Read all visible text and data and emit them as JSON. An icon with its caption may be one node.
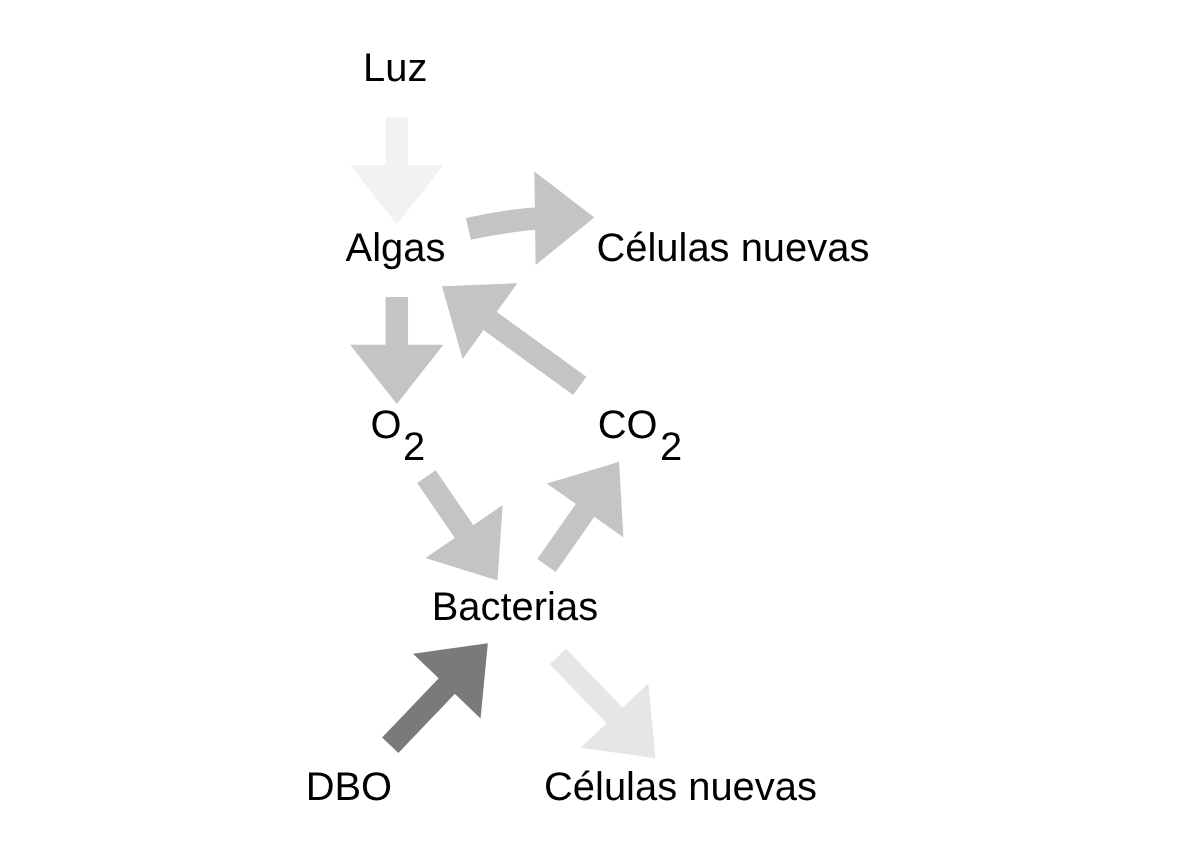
{
  "diagram": {
    "nodes": [
      {
        "text": [
          "Luz"
        ]
      },
      {
        "text": [
          "Células nuevas"
        ]
      },
      {
        "text": [
          "Algas"
        ]
      },
      {
        "text": [
          "O$_{2}$"
        ]
      },
      {
        "text": [
          "CO$_{2}$"
        ]
      },
      {
        "text": [
          "Bacterias"
        ]
      },
      {
        "text": [
          "DBO"
        ]
      },
      {
        "text": [
          "Células nuevas"
        ]
      }
    ],
    "edges": [
      {
        "from": 0,
        "to": 2,
        "arrow": "to",
        "color": "#f2f2f2"
      },
      {
        "from": 2,
        "to": 1,
        "arrow": "to"
      },
      {
        "from": 2,
        "to": 3,
        "arrow": "to"
      },
      {
        "from": 3,
        "to": 5,
        "arrow": "to"
      },
      {
        "from": 5,
        "to": 4,
        "arrow": "to"
      },
      {
        "from": 4,
        "to": 2,
        "arrow": "to"
      },
      {
        "from": 6,
        "to": 5,
        "arrow": "to",
        "color": "#7a7a7a"
      },
      {
        "from": 5,
        "to": 7,
        "arrow": "to",
        "color": "#e6e6e6"
      }
    ]
  }
}
